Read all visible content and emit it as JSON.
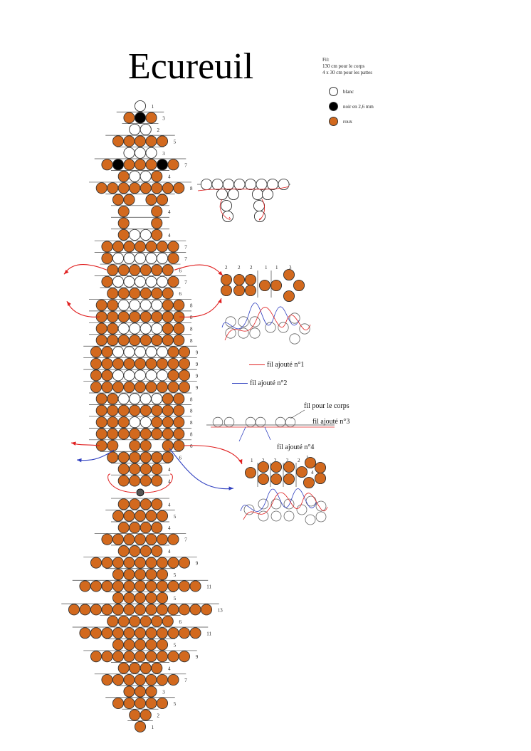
{
  "title": "Ecureuil",
  "legend": {
    "wire_heading": "Fil:",
    "wire_body": "130 cm pour le corps",
    "wire_legs": "4 x 30 cm pour les pattes",
    "items": [
      {
        "label": "blanc",
        "color": "#ffffff"
      },
      {
        "label": "noir en 2,6 mm",
        "color": "#000000"
      },
      {
        "label": "roux",
        "color": "#d2691e"
      }
    ]
  },
  "colors": {
    "blanc": "#ffffff",
    "noir": "#000000",
    "roux": "#d2691e",
    "wire_red": "#e02020",
    "wire_blue": "#3040c0",
    "outline": "#333333"
  },
  "rows": [
    {
      "count": "1",
      "beads": "W"
    },
    {
      "count": "3",
      "beads": "RBR"
    },
    {
      "count": "2",
      "beads": "WW"
    },
    {
      "count": "5",
      "beads": "RRRRR"
    },
    {
      "count": "3",
      "beads": "WWW"
    },
    {
      "count": "7",
      "beads": "RBRRRBR"
    },
    {
      "count": "4",
      "beads": "RWWR"
    },
    {
      "count": "8",
      "beads": "RRRRRRRR"
    },
    {
      "count": "",
      "beads": "RR.RR"
    },
    {
      "count": "4",
      "beads": "R..R",
      "counts2": "4"
    },
    {
      "count": "",
      "beads": "R..R"
    },
    {
      "count": "4",
      "beads": "RWWR"
    },
    {
      "count": "7",
      "beads": "RRRRRRR"
    },
    {
      "count": "7",
      "beads": "RWWWWWR"
    },
    {
      "count": "6",
      "beads": "RRRRRR"
    },
    {
      "count": "7",
      "beads": "RWWWWWR"
    },
    {
      "count": "6",
      "beads": "RRRRRR"
    },
    {
      "count": "8",
      "beads": "RRWWWWRR"
    },
    {
      "count": "8",
      "beads": "RRRRRRRR"
    },
    {
      "count": "8",
      "beads": "RRWWWWRR"
    },
    {
      "count": "8",
      "beads": "RRRRRRRR"
    },
    {
      "count": "9",
      "beads": "RRWWWWWRR"
    },
    {
      "count": "9",
      "beads": "RRRRRRRRR"
    },
    {
      "count": "9",
      "beads": "RRWWWWWRR"
    },
    {
      "count": "9",
      "beads": "RRRRRRRRR"
    },
    {
      "count": "8",
      "beads": "RRWWWWRR"
    },
    {
      "count": "8",
      "beads": "RRRRRRRR"
    },
    {
      "count": "8",
      "beads": "RRRWWRRR"
    },
    {
      "count": "8",
      "beads": "RRRRRRRR"
    },
    {
      "count": "6",
      "beads": "RR.RR.RR"
    },
    {
      "count": "6",
      "beads": "RRRRRR"
    },
    {
      "count": "4",
      "beads": "RRRR"
    },
    {
      "count": "4",
      "beads": "RRRR"
    },
    {
      "count": "",
      "beads": "K"
    },
    {
      "count": "4",
      "beads": "RRRR"
    },
    {
      "count": "5",
      "beads": "RRRRR"
    },
    {
      "count": "4",
      "beads": "RRRR"
    },
    {
      "count": "7",
      "beads": "RRRRRRR"
    },
    {
      "count": "4",
      "beads": "RRRR"
    },
    {
      "count": "9",
      "beads": "RRRRRRRRR"
    },
    {
      "count": "5",
      "beads": "RRRRR"
    },
    {
      "count": "11",
      "beads": "RRRRRRRRRRR"
    },
    {
      "count": "5",
      "beads": "RRRRR"
    },
    {
      "count": "13",
      "beads": "RRRRRRRRRRRRR"
    },
    {
      "count": "6",
      "beads": "RRRRRR"
    },
    {
      "count": "11",
      "beads": "RRRRRRRRRRR"
    },
    {
      "count": "5",
      "beads": "RRRRR"
    },
    {
      "count": "9",
      "beads": "RRRRRRRRR"
    },
    {
      "count": "4",
      "beads": "RRRR"
    },
    {
      "count": "7",
      "beads": "RRRRRRR"
    },
    {
      "count": "3",
      "beads": "RRR"
    },
    {
      "count": "5",
      "beads": "RRRRR"
    },
    {
      "count": "2",
      "beads": "RR"
    },
    {
      "count": "1",
      "beads": "R"
    }
  ],
  "detail_top_labels": [
    "2",
    "2",
    "2",
    "1",
    "1",
    "3"
  ],
  "detail_bottom_labels": [
    "1",
    "2",
    "2",
    "2",
    "2",
    "1",
    "4"
  ],
  "wire_labels": {
    "wire1": "fil ajouté n°1",
    "wire2": "fil ajouté n°2",
    "body": "fil pour le corps",
    "wire3": "fil ajouté n°3",
    "wire4": "fil ajouté n°4"
  }
}
